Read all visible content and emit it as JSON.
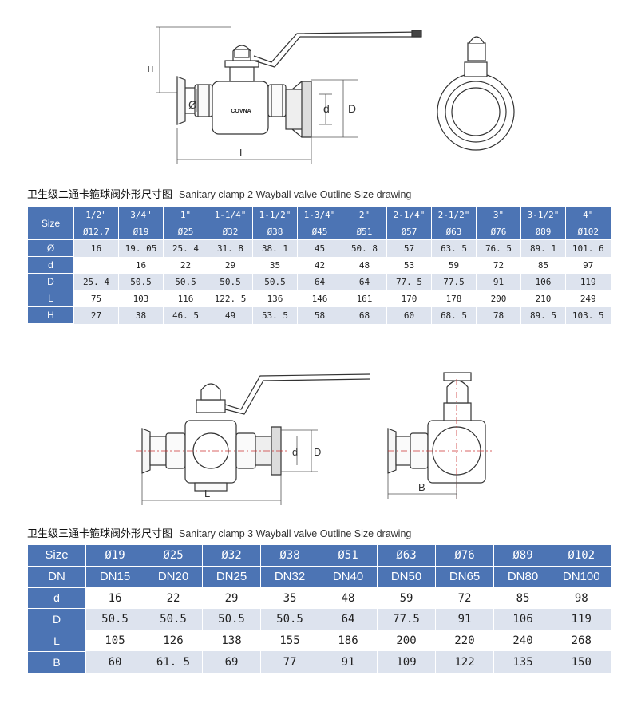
{
  "drawing1": {
    "brand": "COVNA",
    "dim_labels": {
      "H": "H",
      "phi": "Ø",
      "d": "d",
      "D": "D",
      "L": "L"
    }
  },
  "section1": {
    "title_cn": "卫生级二通卡箍球阀外形尺寸图",
    "title_en": "Sanitary clamp 2 Wayball valve Outline Size drawing",
    "size_label": "Size",
    "inch_sizes": [
      "1/2\"",
      "3/4\"",
      "1\"",
      "1-1/4\"",
      "1-1/2\"",
      "1-3/4\"",
      "2\"",
      "2-1/4\"",
      "2-1/2\"",
      "3\"",
      "3-1/2\"",
      "4\""
    ],
    "dia_sizes": [
      "Ø12.7",
      "Ø19",
      "Ø25",
      "Ø32",
      "Ø38",
      "Ø45",
      "Ø51",
      "Ø57",
      "Ø63",
      "Ø76",
      "Ø89",
      "Ø102"
    ],
    "rows": [
      {
        "label": "Ø",
        "values": [
          "16",
          "19. 05",
          "25. 4",
          "31. 8",
          "38. 1",
          "45",
          "50. 8",
          "57",
          "63. 5",
          "76. 5",
          "89. 1",
          "101. 6"
        ]
      },
      {
        "label": "d",
        "values": [
          "",
          "16",
          "22",
          "29",
          "35",
          "42",
          "48",
          "53",
          "59",
          "72",
          "85",
          "97"
        ]
      },
      {
        "label": "D",
        "values": [
          "25. 4",
          "50.5",
          "50.5",
          "50.5",
          "50.5",
          "64",
          "64",
          "77. 5",
          "77.5",
          "91",
          "106",
          "119"
        ]
      },
      {
        "label": "L",
        "values": [
          "75",
          "103",
          "116",
          "122. 5",
          "136",
          "146",
          "161",
          "170",
          "178",
          "200",
          "210",
          "249"
        ]
      },
      {
        "label": "H",
        "values": [
          "27",
          "38",
          "46. 5",
          "49",
          "53. 5",
          "58",
          "68",
          "60",
          "68. 5",
          "78",
          "89. 5",
          "103. 5"
        ]
      }
    ]
  },
  "drawing2": {
    "dim_labels": {
      "d": "d",
      "D": "D",
      "L": "L",
      "B": "B"
    }
  },
  "section2": {
    "title_cn": "卫生级三通卡箍球阀外形尺寸图",
    "title_en": "Sanitary clamp 3 Wayball valve Outline Size drawing",
    "size_label": "Size",
    "dn_label": "DN",
    "sizes": [
      "Ø19",
      "Ø25",
      "Ø32",
      "Ø38",
      "Ø51",
      "Ø63",
      "Ø76",
      "Ø89",
      "Ø102"
    ],
    "dns": [
      "DN15",
      "DN20",
      "DN25",
      "DN32",
      "DN40",
      "DN50",
      "DN65",
      "DN80",
      "DN100"
    ],
    "rows": [
      {
        "label": "d",
        "values": [
          "16",
          "22",
          "29",
          "35",
          "48",
          "59",
          "72",
          "85",
          "98"
        ]
      },
      {
        "label": "D",
        "values": [
          "50.5",
          "50.5",
          "50.5",
          "50.5",
          "64",
          "77.5",
          "91",
          "106",
          "119"
        ]
      },
      {
        "label": "L",
        "values": [
          "105",
          "126",
          "138",
          "155",
          "186",
          "200",
          "220",
          "240",
          "268"
        ]
      },
      {
        "label": "B",
        "values": [
          "60",
          "61. 5",
          "69",
          "77",
          "91",
          "109",
          "122",
          "135",
          "150"
        ]
      }
    ]
  }
}
